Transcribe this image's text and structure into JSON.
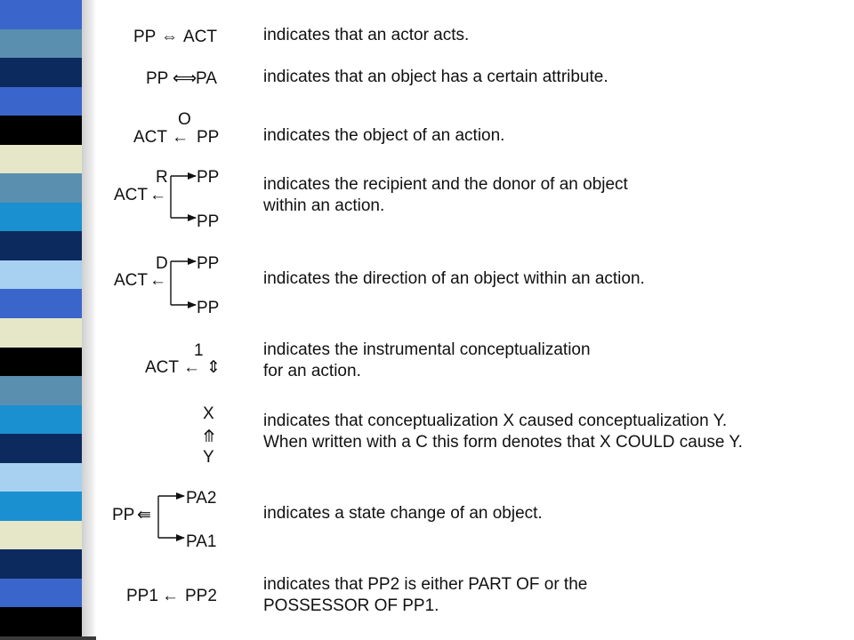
{
  "sidebar": {
    "stripe_colors": [
      "#3a66cc",
      "#5a8fb0",
      "#0d2a5e",
      "#3a66cc",
      "#000000",
      "#e6e6c8",
      "#5a8fb0",
      "#1a90d0",
      "#0d2a5e",
      "#a8d0f0",
      "#3a66cc",
      "#e6e6c8",
      "#000000",
      "#5a8fb0",
      "#1a90d0",
      "#0d2a5e",
      "#a8d0f0",
      "#1a90d0",
      "#e6e6c8",
      "#0d2a5e",
      "#3a66cc",
      "#000000"
    ]
  },
  "rules": [
    {
      "symbol": {
        "left": "PP",
        "arrow": "⇔",
        "right": "ACT"
      },
      "description": [
        "indicates that an actor acts."
      ]
    },
    {
      "symbol": {
        "left": "PP",
        "arrow": "⟺",
        "right": "PA"
      },
      "description": [
        "indicates that an object has a certain attribute."
      ]
    },
    {
      "symbol": {
        "label": "O",
        "left": "ACT",
        "arrow": "←",
        "right": "PP"
      },
      "description": [
        "indicates the object of an action."
      ]
    },
    {
      "symbol": {
        "label": "R",
        "left": "ACT",
        "arrow": "←",
        "top": "PP",
        "bottom": "PP"
      },
      "description": [
        "indicates the recipient and the donor of an object",
        "within an action."
      ]
    },
    {
      "symbol": {
        "label": "D",
        "left": "ACT",
        "arrow": "←",
        "top": "PP",
        "bottom": "PP"
      },
      "description": [
        "indicates the direction of an object within an action."
      ]
    },
    {
      "symbol": {
        "label": "1",
        "left": "ACT",
        "arrow": "←",
        "right": "⇕"
      },
      "description": [
        "indicates the instrumental conceptualization",
        "for an action."
      ]
    },
    {
      "symbol": {
        "top": "X",
        "arrow": "⤊",
        "bottom": "Y"
      },
      "description": [
        "indicates that conceptualization X caused conceptualization Y.",
        "When written with a C this form denotes that X COULD cause Y."
      ]
    },
    {
      "symbol": {
        "left": "PP",
        "arrow": "⇚",
        "top": "PA2",
        "bottom": "PA1"
      },
      "description": [
        "indicates a state change of an object."
      ]
    },
    {
      "symbol": {
        "left": "PP1",
        "arrow": "←",
        "right": "PP2"
      },
      "description": [
        "indicates that PP2 is either PART OF or the",
        "POSSESSOR OF PP1."
      ]
    }
  ]
}
